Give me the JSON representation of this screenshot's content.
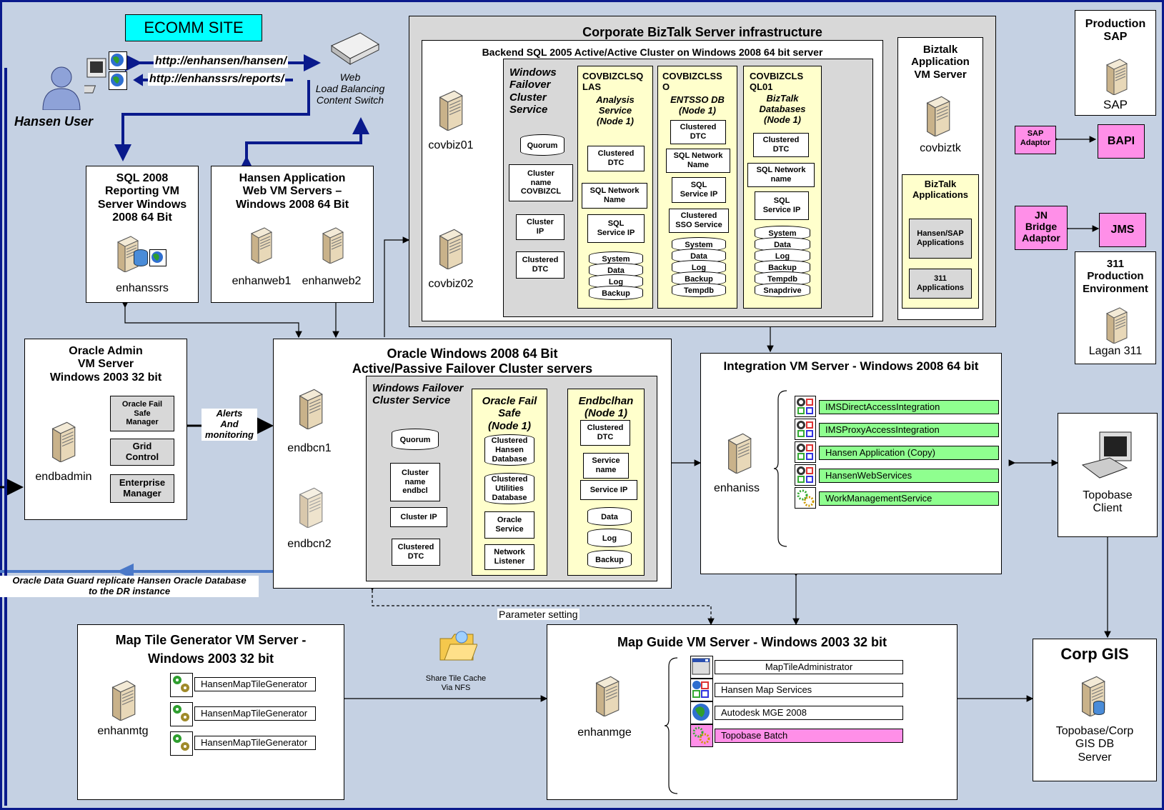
{
  "ecomm_site": "ECOMM SITE",
  "user": {
    "label": "Hansen User",
    "url1": "http://enhansen/hansen/",
    "url2": "http://enhanssrs/reports/"
  },
  "switch": {
    "label": "Web\nLoad Balancing\nContent Switch"
  },
  "sql_reporting": {
    "title": "SQL 2008\nReporting VM\nServer Windows\n2008 64 Bit",
    "server": "enhanssrs"
  },
  "hansen_web": {
    "title": "Hansen Application\nWeb VM Servers –\nWindows 2008 64 Bit",
    "server1": "enhanweb1",
    "server2": "enhanweb2"
  },
  "biztalk": {
    "title": "Corporate BizTalk Server infrastructure",
    "backend_title": "Backend SQL 2005 Active/Active Cluster on Windows 2008 64 bit server",
    "server1": "covbiz01",
    "server2": "covbiz02",
    "wfcs": "Windows\nFailover\nCluster\nService",
    "quorum": "Quorum",
    "cluster_name": "Cluster\nname\nCOVBIZCL",
    "cluster_ip": "Cluster\nIP",
    "clustered_dtc": "Clustered\nDTC",
    "node_las": {
      "title": "COVBIZCLSQ\nLAS",
      "sub": "Analysis\nService\n(Node 1)",
      "items": [
        "Clustered\nDTC",
        "SQL Network\nName",
        "SQL\nService IP"
      ],
      "db": [
        "System",
        "Data",
        "Log",
        "Backup"
      ]
    },
    "node_o": {
      "title": "COVBIZCLSS\nO",
      "sub": "ENTSSO DB\n(Node 1)",
      "items": [
        "Clustered\nDTC",
        "SQL Network\nName",
        "SQL\nService IP",
        "Clustered\nSSO Service"
      ],
      "db": [
        "System",
        "Data",
        "Log",
        "Backup",
        "Tempdb"
      ]
    },
    "node_ql01": {
      "title": "COVBIZCLS\nQL01",
      "sub": "BizTalk\nDatabases\n(Node 1)",
      "items": [
        "Clustered\nDTC",
        "SQL Network\nname",
        "SQL\nService IP"
      ],
      "db": [
        "System",
        "Data",
        "Log",
        "Backup",
        "Tempdb",
        "Snapdrive"
      ]
    },
    "app_vm": {
      "title": "Biztalk\nApplication\nVM Server",
      "server": "covbiztk",
      "apps_title": "BizTalk\nApplications",
      "app1": "Hansen/SAP\nApplications",
      "app2": "311\nApplications"
    }
  },
  "sap": {
    "title": "Production\nSAP",
    "server": "SAP",
    "adaptor": "SAP\nAdaptor",
    "bapi": "BAPI"
  },
  "jn": {
    "adaptor": "JN\nBridge\nAdaptor",
    "jms": "JMS"
  },
  "env311": {
    "title": "311\nProduction\nEnvironment",
    "server": "Lagan 311"
  },
  "oracle_admin": {
    "title": "Oracle Admin\nVM Server\nWindows 2003 32 bit",
    "server": "endbadmin",
    "b1": "Oracle Fail\nSafe\nManager",
    "b2": "Grid\nControl",
    "b3": "Enterprise\nManager"
  },
  "alerts": "Alerts\nAnd\nmonitoring",
  "oracle_cluster": {
    "title": "Oracle Windows 2008 64 Bit\nActive/Passive Failover Cluster servers",
    "server1": "endbcn1",
    "server2": "endbcn2",
    "wfcs": "Windows Failover\nCluster Service",
    "quorum": "Quorum",
    "cluster_name": "Cluster\nname\nendbcl",
    "cluster_ip": "Cluster IP",
    "clustered_dtc": "Clustered\nDTC",
    "failsafe_title": "Oracle Fail\nSafe\n(Node 1)",
    "failsafe_db1": "Clustered\nHansen\nDatabase",
    "failsafe_db2": "Clustered\nUtilities\nDatabase",
    "oracle_service": "Oracle\nService",
    "network_listener": "Network\nListener",
    "endbclhan_title": "Endbclhan\n(Node 1)",
    "e_items": [
      "Clustered\nDTC",
      "Service\nname",
      "Service IP"
    ],
    "e_db": [
      "Data",
      "Log",
      "Backup"
    ]
  },
  "dataguard": "Oracle Data Guard replicate Hansen Oracle Database\nto the DR instance",
  "integration": {
    "title": "Integration VM Server - Windows 2008 64 bit",
    "server": "enhaniss",
    "services": [
      "IMSDirectAccessIntegration",
      "IMSProxyAccessIntegration",
      "Hansen Application (Copy)",
      "HansenWebServices",
      "WorkManagementService"
    ]
  },
  "topobase_client": "Topobase\nClient",
  "parameter_setting": "Parameter setting",
  "map_tile": {
    "title": "Map Tile Generator VM Server -\nWindows 2003 32 bit",
    "server": "enhanmtg",
    "items": [
      "HansenMapTileGenerator",
      "HansenMapTileGenerator",
      "HansenMapTileGenerator"
    ]
  },
  "share": "Share Tile Cache\nVia NFS",
  "map_guide": {
    "title": "Map Guide VM Server - Windows 2003 32 bit",
    "server": "enhanmge",
    "items": [
      "MapTileAdministrator",
      "Hansen Map Services",
      "Autodesk MGE 2008",
      "Topobase Batch"
    ]
  },
  "corp_gis": {
    "title": "Corp GIS",
    "server": "Topobase/Corp\nGIS DB\nServer"
  },
  "colors": {
    "frame": "#0a1a8c",
    "cyan": "#00ffff",
    "pink": "#ff8fe8",
    "green": "#8fff8f",
    "yellow": "#ffffcc",
    "gray": "#d8d8d8",
    "background": "#c5d1e3"
  }
}
